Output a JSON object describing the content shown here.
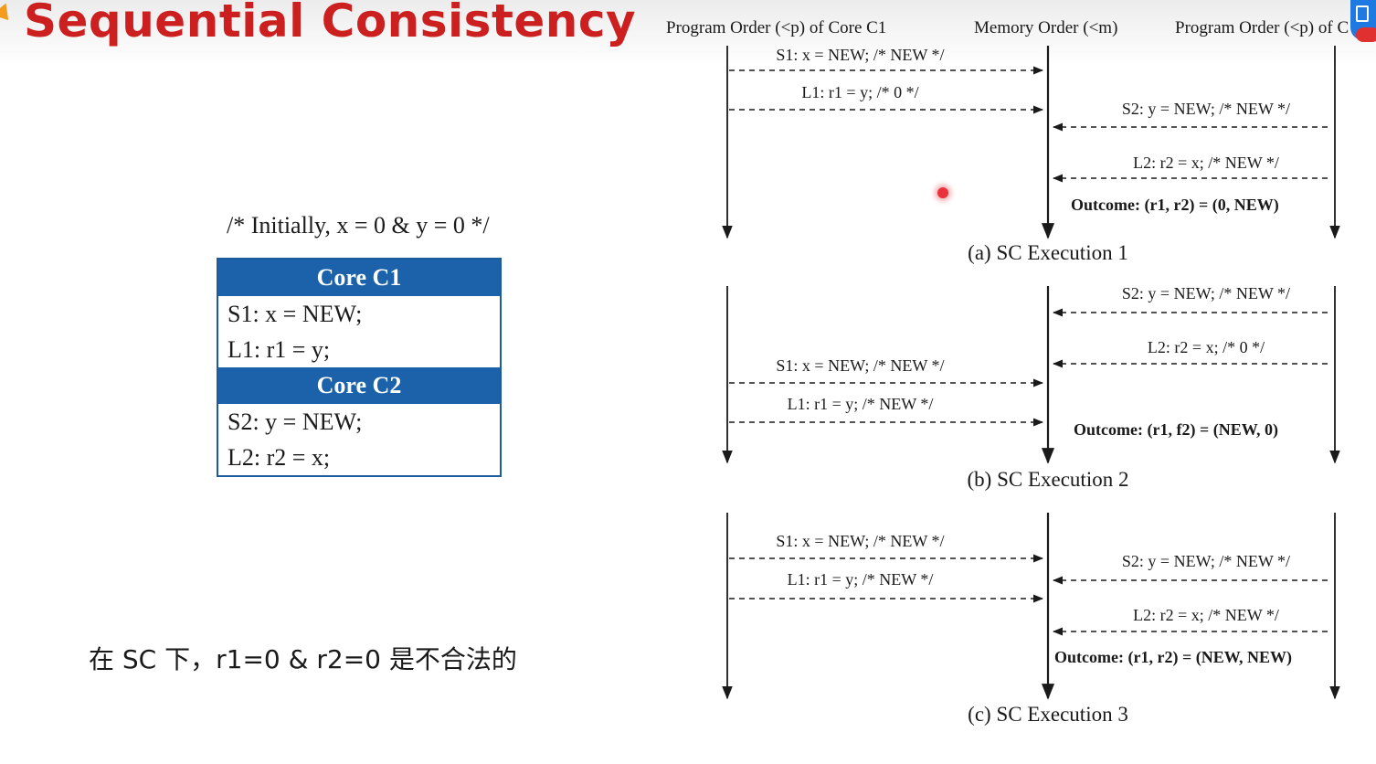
{
  "title": "Sequential Consistency",
  "initially": "/* Initially, x = 0 & y = 0 */",
  "cores": [
    {
      "name": "Core C1",
      "lines": [
        "S1: x = NEW;",
        "L1: r1 = y;"
      ]
    },
    {
      "name": "Core C2",
      "lines": [
        "S2: y = NEW;",
        "L2: r2 = x;"
      ]
    }
  ],
  "note": "在 SC 下，r1=0 & r2=0 是不合法的",
  "column_headers": [
    "Program Order (<p) of Core C1",
    "Memory Order (<m)",
    "Program Order (<p) of C"
  ],
  "executions": [
    {
      "caption": "(a) SC Execution 1",
      "outcome": "Outcome: (r1, r2) = (0, NEW)",
      "messages": [
        {
          "from": "c1",
          "label": "S1: x = NEW; /* NEW */"
        },
        {
          "from": "c1",
          "label": "L1: r1 = y; /* 0 */"
        },
        {
          "from": "c2",
          "label": "S2: y = NEW; /* NEW */"
        },
        {
          "from": "c2",
          "label": "L2: r2 = x; /* NEW */"
        }
      ]
    },
    {
      "caption": "(b) SC Execution 2",
      "outcome": "Outcome: (r1, f2) = (NEW, 0)",
      "messages": [
        {
          "from": "c2",
          "label": "S2: y = NEW; /* NEW */"
        },
        {
          "from": "c2",
          "label": "L2: r2 = x; /* 0 */"
        },
        {
          "from": "c1",
          "label": "S1: x = NEW; /* NEW */"
        },
        {
          "from": "c1",
          "label": "L1: r1 = y; /* NEW */"
        }
      ]
    },
    {
      "caption": "(c) SC Execution 3",
      "outcome": "Outcome: (r1, r2) = (NEW, NEW)",
      "messages": [
        {
          "from": "c1",
          "label": "S1: x = NEW; /* NEW */"
        },
        {
          "from": "c2",
          "label": "S2: y = NEW; /* NEW */"
        },
        {
          "from": "c1",
          "label": "L1: r1 = y; /* NEW */"
        },
        {
          "from": "c2",
          "label": "L2: r2 = x; /* NEW */"
        }
      ]
    }
  ],
  "colors": {
    "title": "#cc1f1f",
    "header_bg": "#1b62aa",
    "table_border": "#1e5b9c"
  }
}
